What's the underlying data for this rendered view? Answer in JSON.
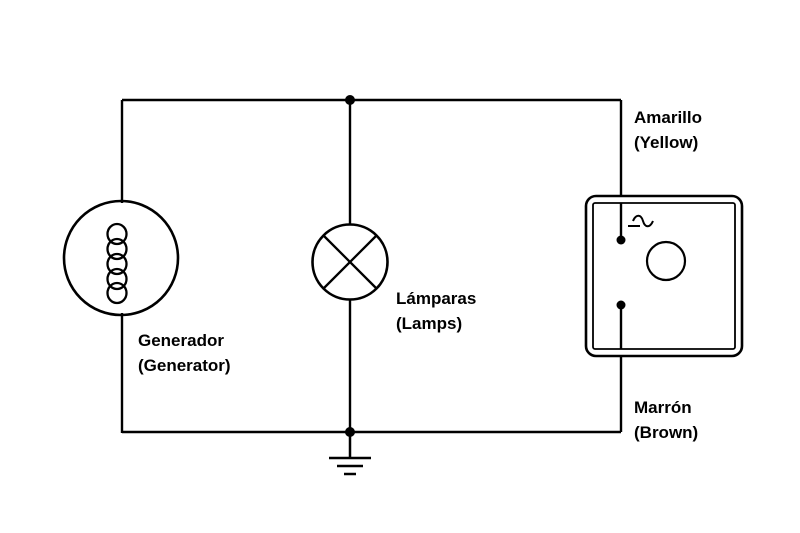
{
  "title": "Circuit wiring diagram (generator, lamps, regulator)",
  "diagram": {
    "background": "#ffffff",
    "line_color": "#000000",
    "components": {
      "generator": {
        "label": "Generador",
        "label_en": "(Generator)"
      },
      "lamps": {
        "label": "Lámparas",
        "label_en": "(Lamps)"
      },
      "wire_yellow": {
        "label": "Amarillo",
        "label_en": "(Yellow)"
      },
      "wire_brown": {
        "label": "Marrón",
        "label_en": "(Brown)"
      }
    },
    "icons": {
      "generator_coil": "coil-icon",
      "lamp_cross": "lamp-cross-icon",
      "ac_symbol": "ac-wave-icon",
      "ground": "ground-icon"
    }
  }
}
